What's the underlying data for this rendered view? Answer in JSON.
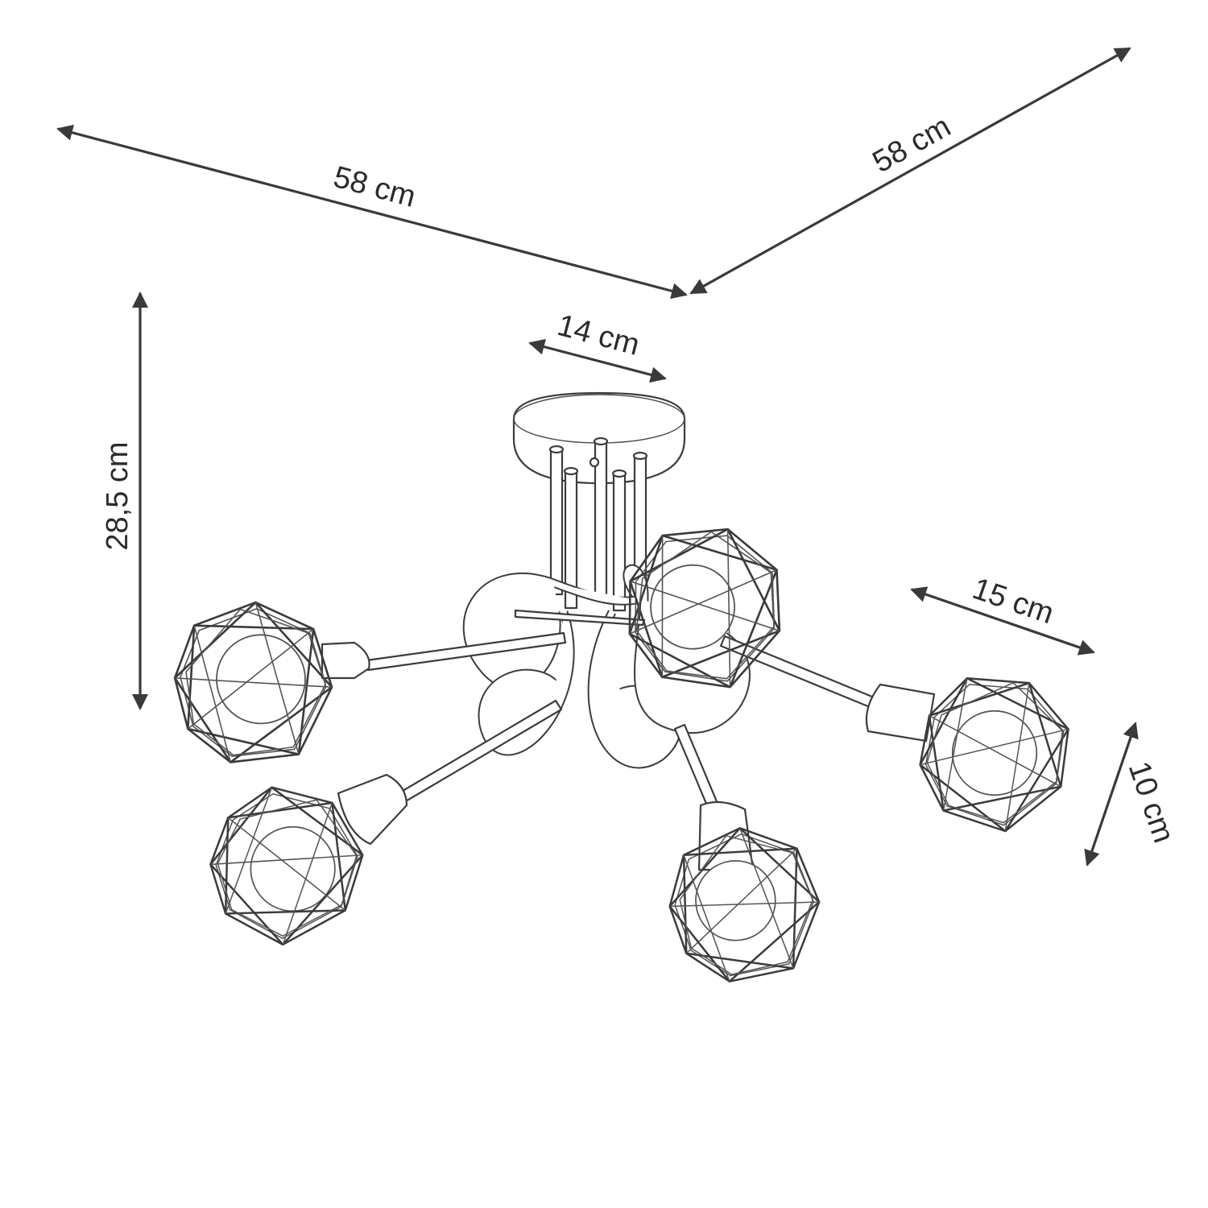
{
  "diagram": {
    "colors": {
      "line": "#3a3a3a",
      "text": "#2b2b2b",
      "background": "#ffffff"
    },
    "dimensions": {
      "width_front": "58 cm",
      "width_depth": "58 cm",
      "canopy_diameter": "14 cm",
      "total_height": "28,5 cm",
      "shade_length": "15 cm",
      "shade_diameter": "10 cm"
    }
  }
}
